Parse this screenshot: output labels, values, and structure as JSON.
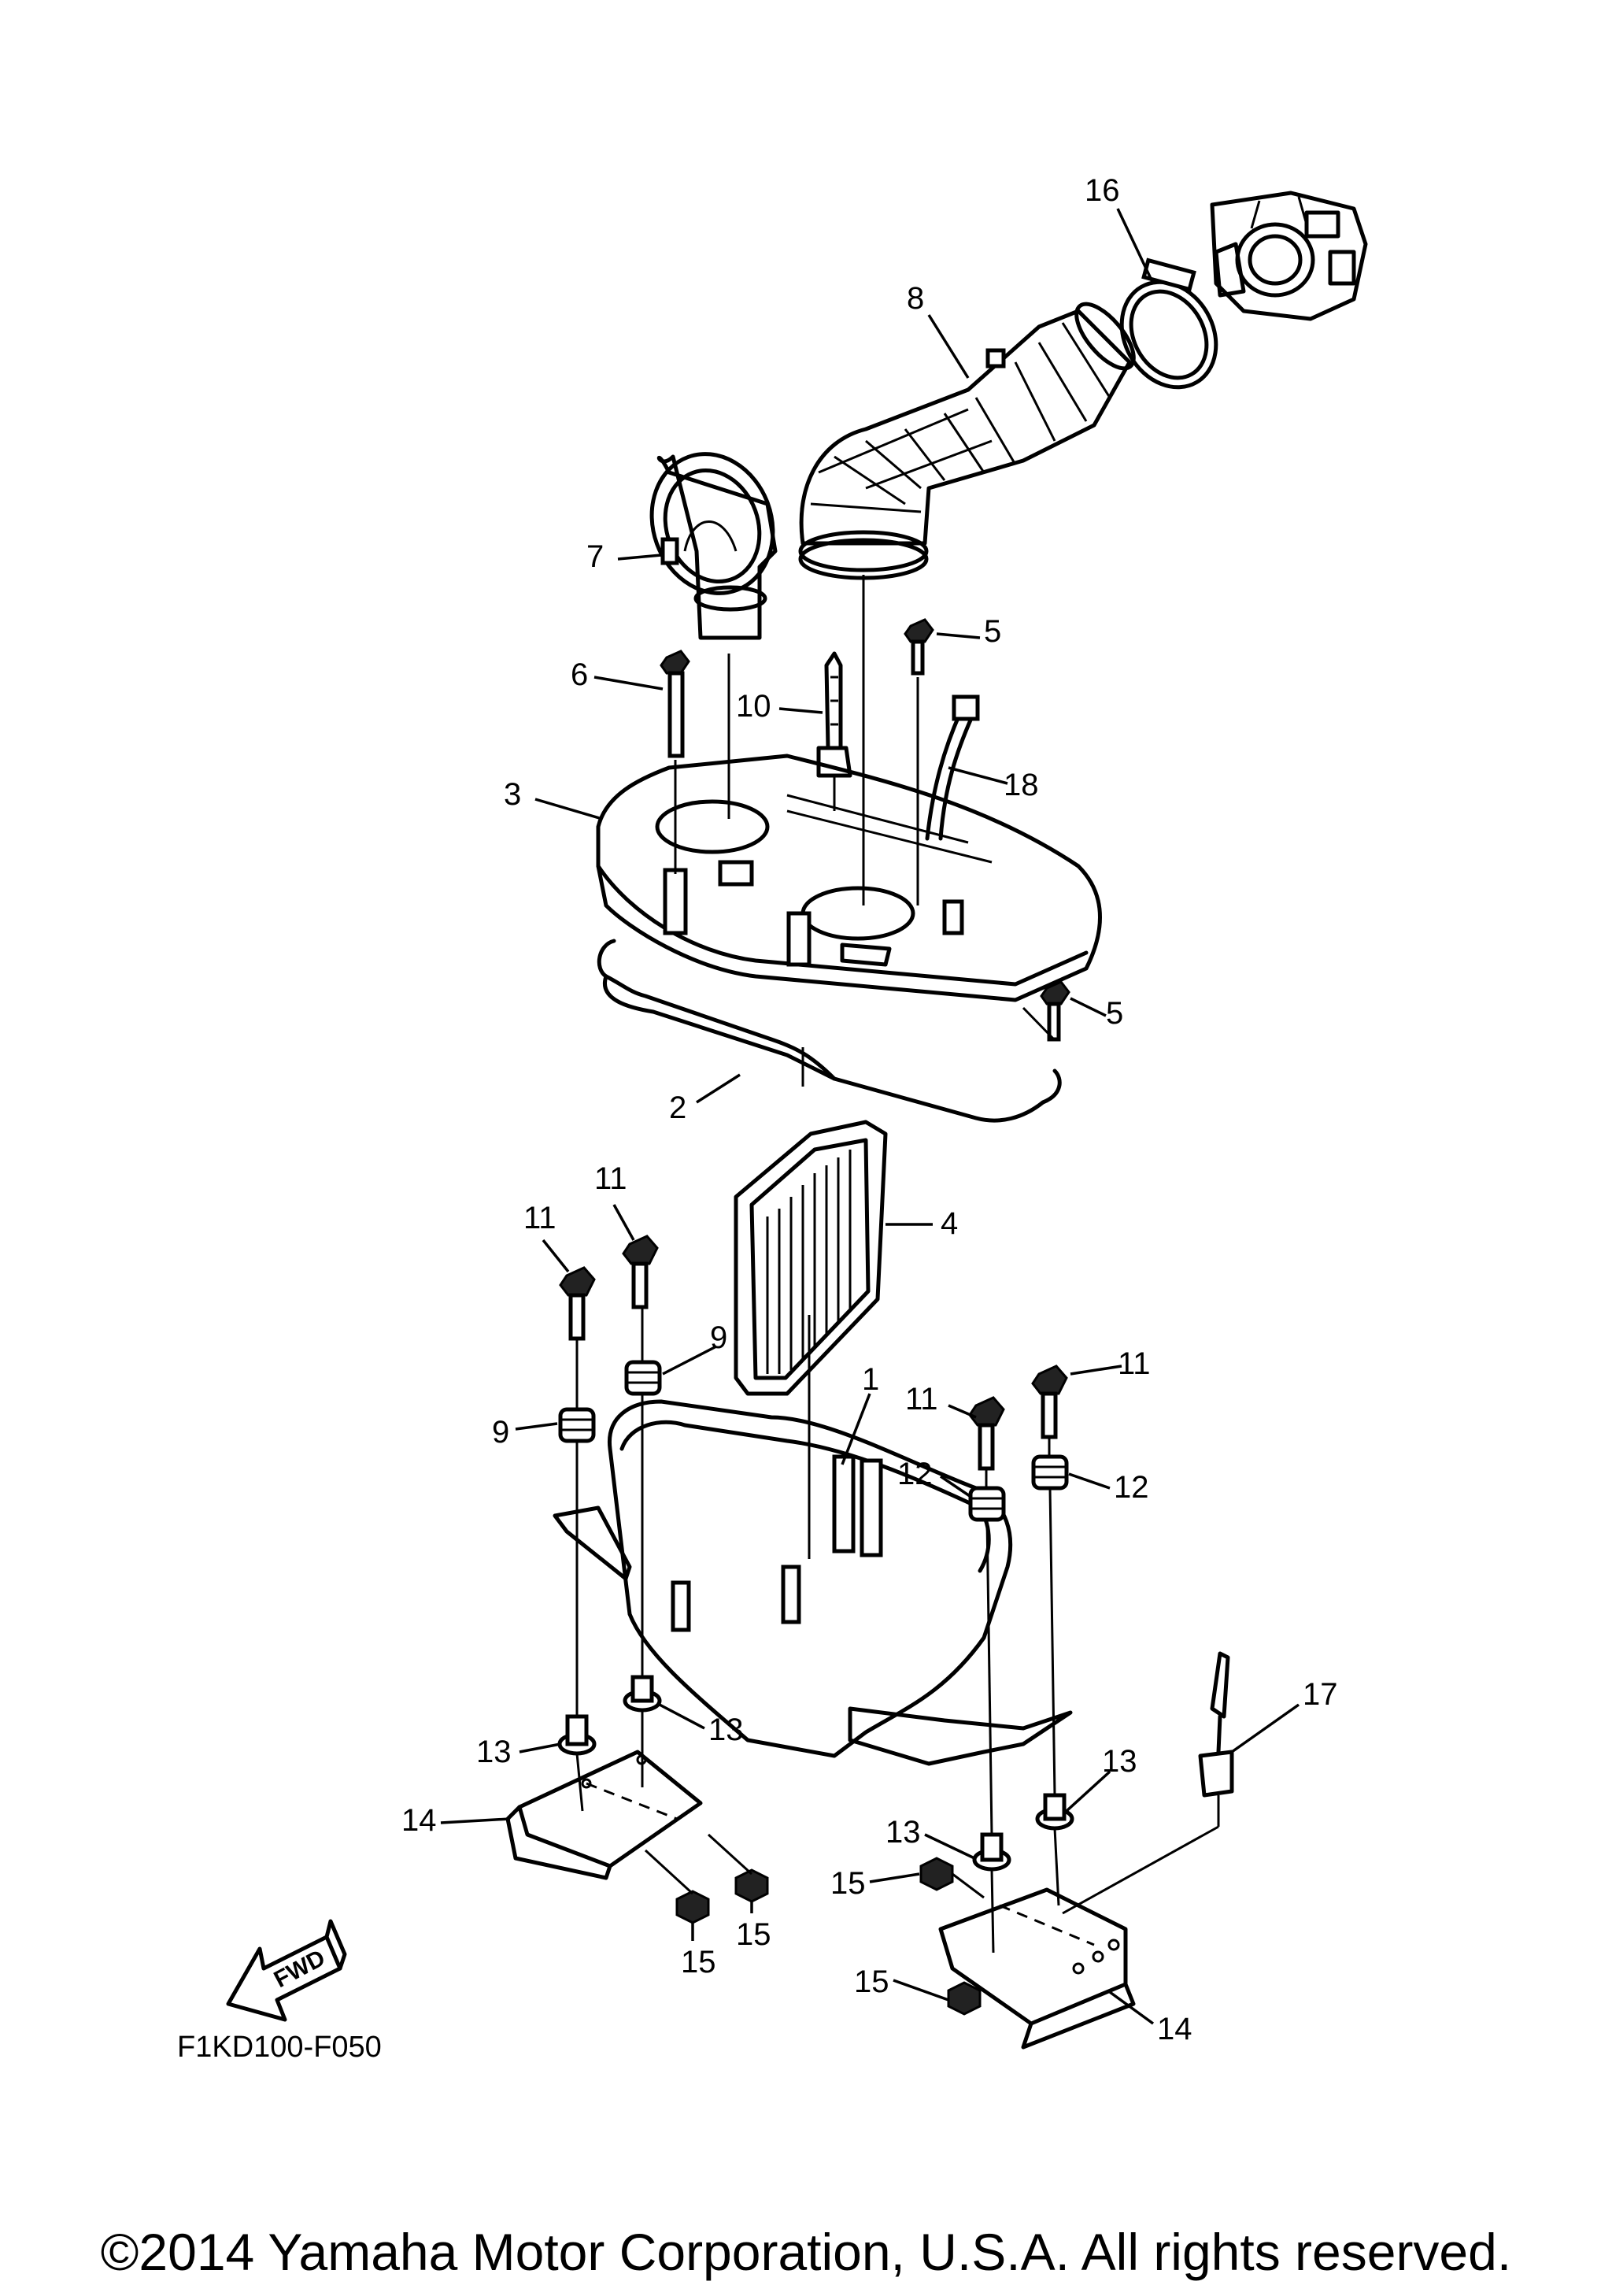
{
  "diagram_code": "F1KD100-F050",
  "fwd_label": "FWD",
  "copyright": "©2014 Yamaha Motor Corporation, U.S.A. All rights reserved.",
  "callouts": [
    {
      "id": "c1",
      "text": "1"
    },
    {
      "id": "c2",
      "text": "2"
    },
    {
      "id": "c3",
      "text": "3"
    },
    {
      "id": "c4",
      "text": "4"
    },
    {
      "id": "c5a",
      "text": "5"
    },
    {
      "id": "c5b",
      "text": "5"
    },
    {
      "id": "c6",
      "text": "6"
    },
    {
      "id": "c7",
      "text": "7"
    },
    {
      "id": "c8",
      "text": "8"
    },
    {
      "id": "c9a",
      "text": "9"
    },
    {
      "id": "c9b",
      "text": "9"
    },
    {
      "id": "c10",
      "text": "10"
    },
    {
      "id": "c11a",
      "text": "11"
    },
    {
      "id": "c11b",
      "text": "11"
    },
    {
      "id": "c11c",
      "text": "11"
    },
    {
      "id": "c11d",
      "text": "11"
    },
    {
      "id": "c12a",
      "text": "12"
    },
    {
      "id": "c12b",
      "text": "12"
    },
    {
      "id": "c13a",
      "text": "13"
    },
    {
      "id": "c13b",
      "text": "13"
    },
    {
      "id": "c13c",
      "text": "13"
    },
    {
      "id": "c13d",
      "text": "13"
    },
    {
      "id": "c14a",
      "text": "14"
    },
    {
      "id": "c14b",
      "text": "14"
    },
    {
      "id": "c15a",
      "text": "15"
    },
    {
      "id": "c15b",
      "text": "15"
    },
    {
      "id": "c15c",
      "text": "15"
    },
    {
      "id": "c15d",
      "text": "15"
    },
    {
      "id": "c16",
      "text": "16"
    },
    {
      "id": "c17",
      "text": "17"
    },
    {
      "id": "c18",
      "text": "18"
    }
  ]
}
